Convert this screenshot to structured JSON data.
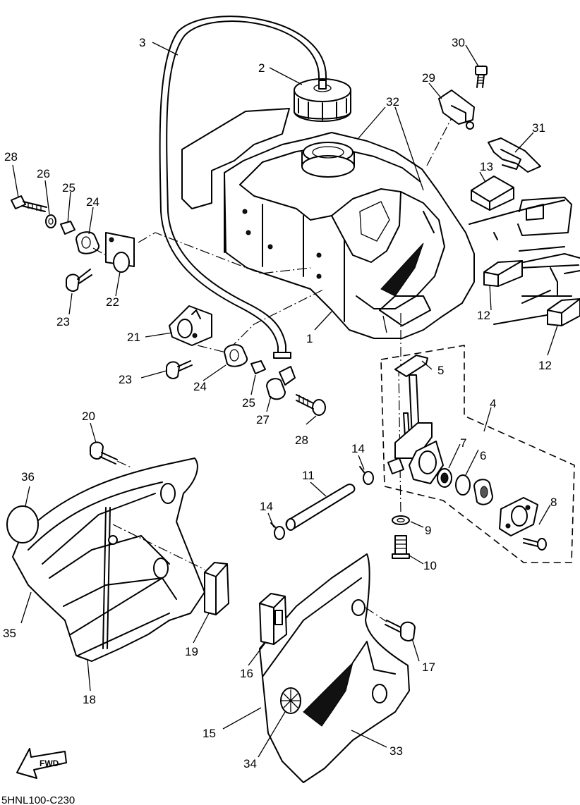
{
  "diagram_code": "5HNL100-C230",
  "fwd_label": "FWD",
  "callouts": [
    {
      "id": "c1",
      "label": "1"
    },
    {
      "id": "c2",
      "label": "2"
    },
    {
      "id": "c3",
      "label": "3"
    },
    {
      "id": "c4",
      "label": "4"
    },
    {
      "id": "c5",
      "label": "5"
    },
    {
      "id": "c6",
      "label": "6"
    },
    {
      "id": "c7",
      "label": "7"
    },
    {
      "id": "c8",
      "label": "8"
    },
    {
      "id": "c9",
      "label": "9"
    },
    {
      "id": "c10",
      "label": "10"
    },
    {
      "id": "c11",
      "label": "11"
    },
    {
      "id": "c12a",
      "label": "12"
    },
    {
      "id": "c12b",
      "label": "12"
    },
    {
      "id": "c13",
      "label": "13"
    },
    {
      "id": "c14a",
      "label": "14"
    },
    {
      "id": "c14b",
      "label": "14"
    },
    {
      "id": "c15",
      "label": "15"
    },
    {
      "id": "c16",
      "label": "16"
    },
    {
      "id": "c17",
      "label": "17"
    },
    {
      "id": "c18",
      "label": "18"
    },
    {
      "id": "c19",
      "label": "19"
    },
    {
      "id": "c20",
      "label": "20"
    },
    {
      "id": "c21",
      "label": "21"
    },
    {
      "id": "c22",
      "label": "22"
    },
    {
      "id": "c23a",
      "label": "23"
    },
    {
      "id": "c23b",
      "label": "23"
    },
    {
      "id": "c24a",
      "label": "24"
    },
    {
      "id": "c24b",
      "label": "24"
    },
    {
      "id": "c25a",
      "label": "25"
    },
    {
      "id": "c25b",
      "label": "25"
    },
    {
      "id": "c26",
      "label": "26"
    },
    {
      "id": "c27",
      "label": "27"
    },
    {
      "id": "c28a",
      "label": "28"
    },
    {
      "id": "c28b",
      "label": "28"
    },
    {
      "id": "c29",
      "label": "29"
    },
    {
      "id": "c30",
      "label": "30"
    },
    {
      "id": "c31",
      "label": "31"
    },
    {
      "id": "c32",
      "label": "32"
    },
    {
      "id": "c33",
      "label": "33"
    },
    {
      "id": "c34",
      "label": "34"
    },
    {
      "id": "c35",
      "label": "35"
    },
    {
      "id": "c36",
      "label": "36"
    }
  ]
}
